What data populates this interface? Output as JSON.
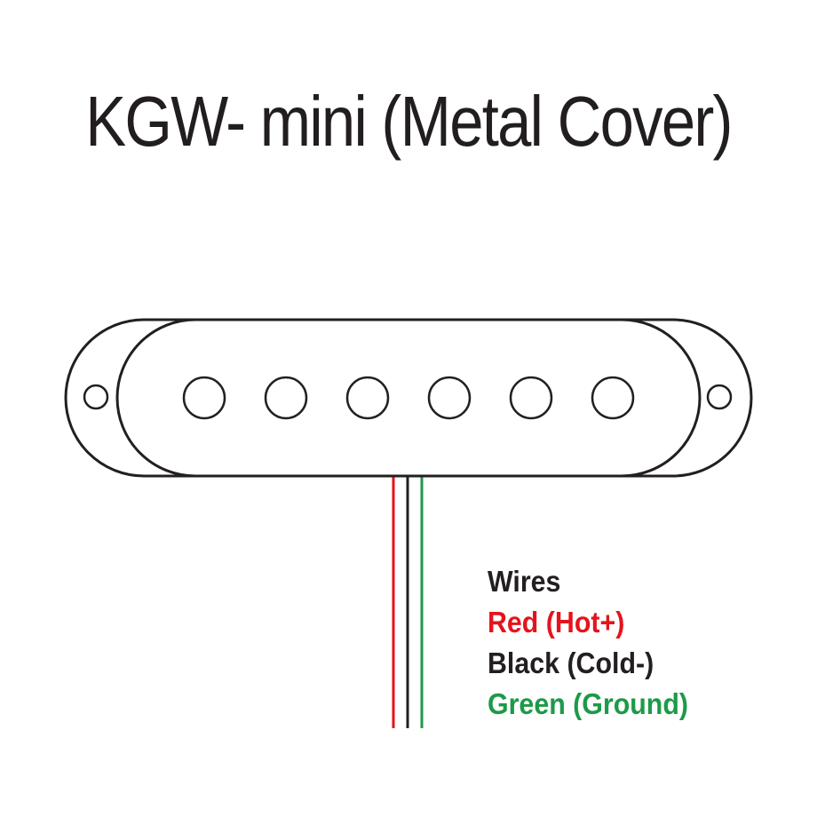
{
  "title": "KGW- mini (Metal Cover)",
  "legend": {
    "heading": "Wires",
    "items": [
      {
        "label": "Red (Hot+)",
        "color": "#e4141d"
      },
      {
        "label": "Black (Cold-)",
        "color": "#231f20"
      },
      {
        "label": "Green (Ground)",
        "color": "#1d9a48"
      }
    ]
  },
  "colors": {
    "outline": "#231f20",
    "wire_red": "#e4141d",
    "wire_black": "#231f20",
    "wire_green": "#1d9a48",
    "heading": "#231f20"
  },
  "pickup": {
    "pole_pieces": 6,
    "mounting_holes": 2
  }
}
